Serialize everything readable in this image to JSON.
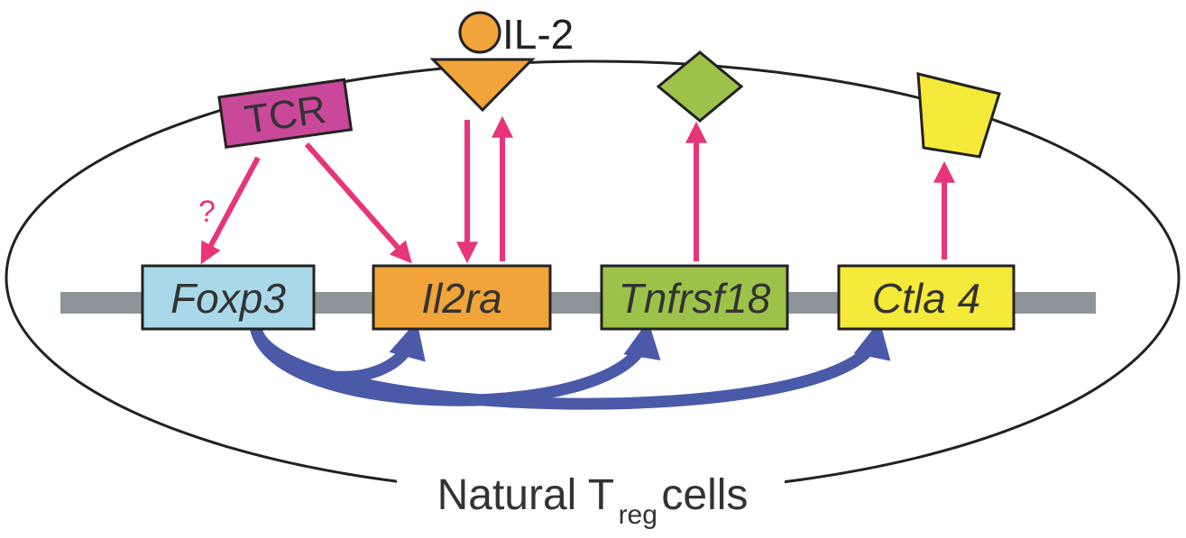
{
  "title": {
    "prefix": "Natural T",
    "subscript": "reg",
    "suffix": " cells"
  },
  "ligand": {
    "label": "IL-2"
  },
  "receptor": {
    "label": "TCR"
  },
  "genes": [
    {
      "id": "foxp3",
      "label": "Foxp3"
    },
    {
      "id": "il2ra",
      "label": "Il2ra"
    },
    {
      "id": "tnfrsf18",
      "label": "Tnfrsf18"
    },
    {
      "id": "ctla4",
      "label": "Ctla 4"
    }
  ],
  "unknown_mark": "?",
  "colors": {
    "cell_outline": "#222222",
    "chromosome": "#8e9599",
    "activation_arrow": "#e8347a",
    "regulation_arrow": "#4a5aa8",
    "tcr": "#c9489a",
    "foxp3": "#a9d9e8",
    "il2ra": "#f0a43a",
    "tnfrsf18": "#9dc24a",
    "ctla4": "#f5e93a",
    "il2": "#f0a43a",
    "gitr": "#9dc24a",
    "ctla4_protein": "#f5e93a"
  }
}
